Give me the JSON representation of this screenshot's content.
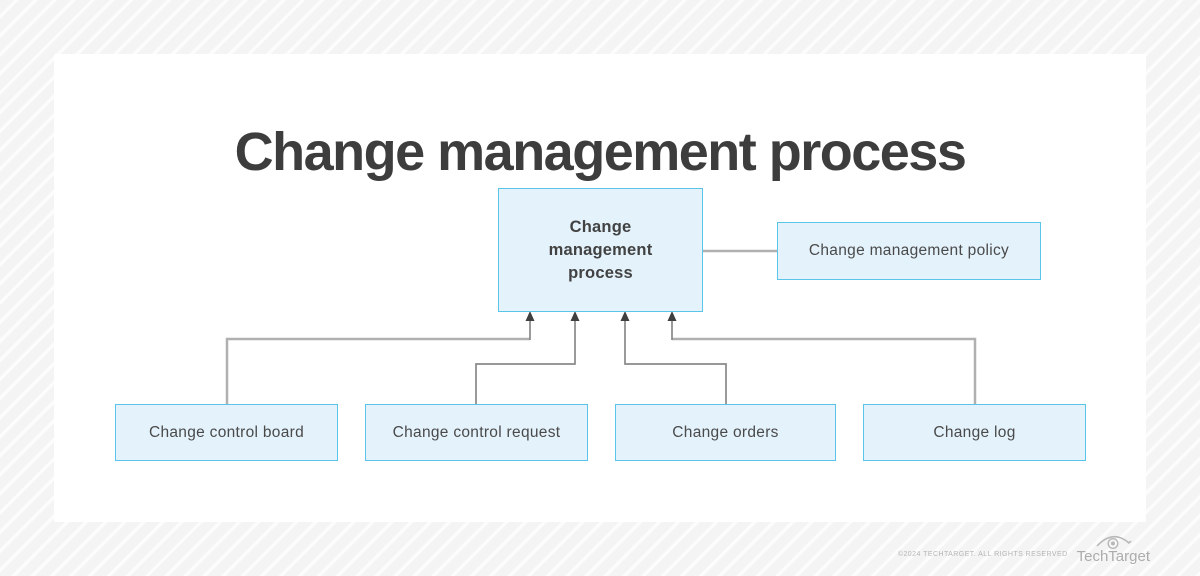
{
  "title": "Change management process",
  "diagram": {
    "type": "flowchart",
    "nodes": [
      {
        "id": "process",
        "label": "Change management process",
        "role": "central"
      },
      {
        "id": "policy",
        "label": "Change management policy"
      },
      {
        "id": "board",
        "label": "Change control board"
      },
      {
        "id": "request",
        "label": "Change control request"
      },
      {
        "id": "orders",
        "label": "Change orders"
      },
      {
        "id": "log",
        "label": "Change log"
      }
    ],
    "edges": [
      {
        "from": "process",
        "to": "policy",
        "style": "plain-line"
      },
      {
        "from": "board",
        "to": "process",
        "style": "arrow-up"
      },
      {
        "from": "request",
        "to": "process",
        "style": "arrow-up"
      },
      {
        "from": "orders",
        "to": "process",
        "style": "arrow-up"
      },
      {
        "from": "log",
        "to": "process",
        "style": "arrow-up"
      }
    ],
    "colors": {
      "node_fill": "#e4f2fb",
      "node_border": "#5ac4e9",
      "connector_outer": "#b0b0b0",
      "connector_inner": "#898989",
      "arrowhead": "#3f3f3f",
      "title_text": "#3d3d3d",
      "label_text": "#4a4a4a"
    }
  },
  "footer": {
    "copyright": "©2024 TECHTARGET. ALL RIGHTS RESERVED",
    "logo_text": "TechTarget"
  }
}
